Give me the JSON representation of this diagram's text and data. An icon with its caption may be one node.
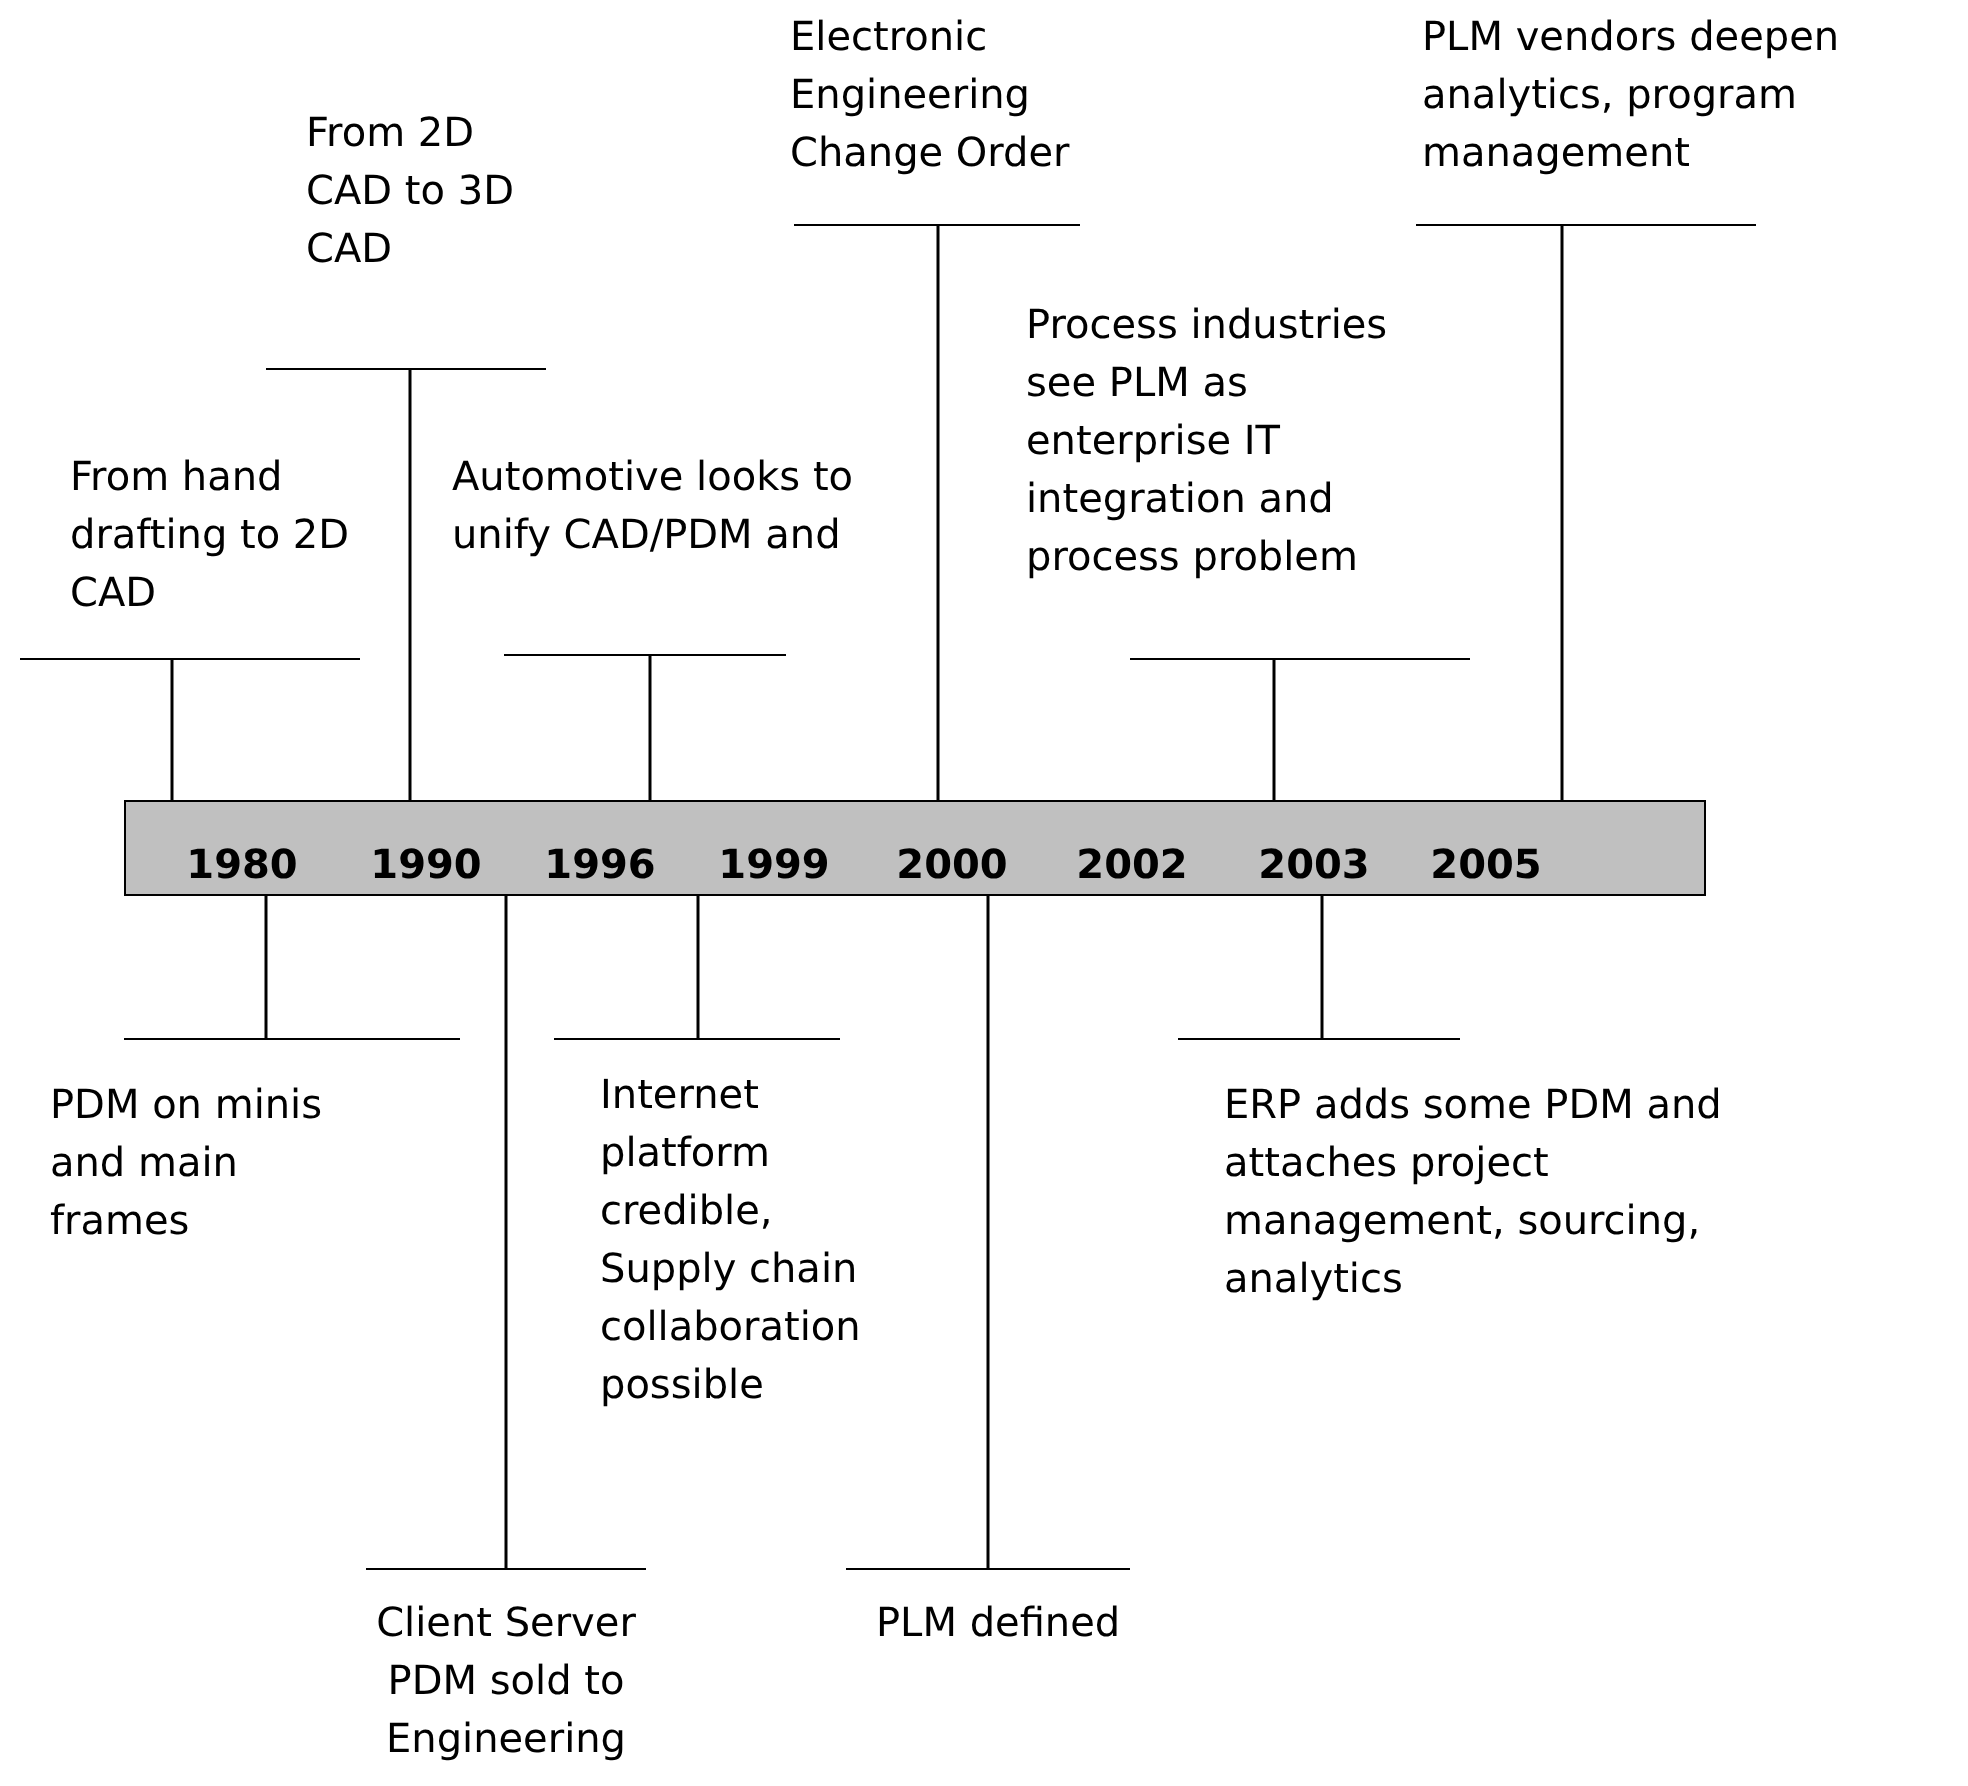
{
  "diagram": {
    "nodes": [
      {
        "text": [
          "1980",
          "1990",
          "1996",
          "1999",
          "2000",
          "2002",
          "2003",
          "2005"
        ]
      },
      {
        "text": [
          "From hand drafting to 2D CAD"
        ]
      },
      {
        "text": [
          "From 2D CAD to 3D CAD"
        ]
      },
      {
        "text": [
          "Automotive looks to unify CAD/PDM and"
        ]
      },
      {
        "text": [
          "Electronic Engineering Change Order"
        ]
      },
      {
        "text": [
          "Process industries see PLM as enterprise IT integration and process problem"
        ]
      },
      {
        "text": [
          "PLM vendors deepen analytics, program management"
        ]
      },
      {
        "text": [
          "PDM on minis and main frames"
        ]
      },
      {
        "text": [
          "Client Server PDM sold to Engineering"
        ]
      },
      {
        "text": [
          "Internet platform credible, Supply chain collaboration possible"
        ]
      },
      {
        "text": [
          "PLM defined"
        ]
      },
      {
        "text": [
          "ERP adds some PDM and attaches project management, sourcing, analytics"
        ]
      }
    ],
    "edges": [
      {
        "from": 1,
        "to": 0,
        "arrow": "none"
      },
      {
        "from": 2,
        "to": 0,
        "arrow": "none"
      },
      {
        "from": 3,
        "to": 0,
        "arrow": "none"
      },
      {
        "from": 4,
        "to": 0,
        "arrow": "none"
      },
      {
        "from": 5,
        "to": 0,
        "arrow": "none"
      },
      {
        "from": 6,
        "to": 0,
        "arrow": "none"
      },
      {
        "from": 0,
        "to": 7,
        "arrow": "none"
      },
      {
        "from": 0,
        "to": 8,
        "arrow": "none"
      },
      {
        "from": 0,
        "to": 9,
        "arrow": "none"
      },
      {
        "from": 0,
        "to": 10,
        "arrow": "none"
      },
      {
        "from": 0,
        "to": 11,
        "arrow": "none"
      }
    ]
  }
}
